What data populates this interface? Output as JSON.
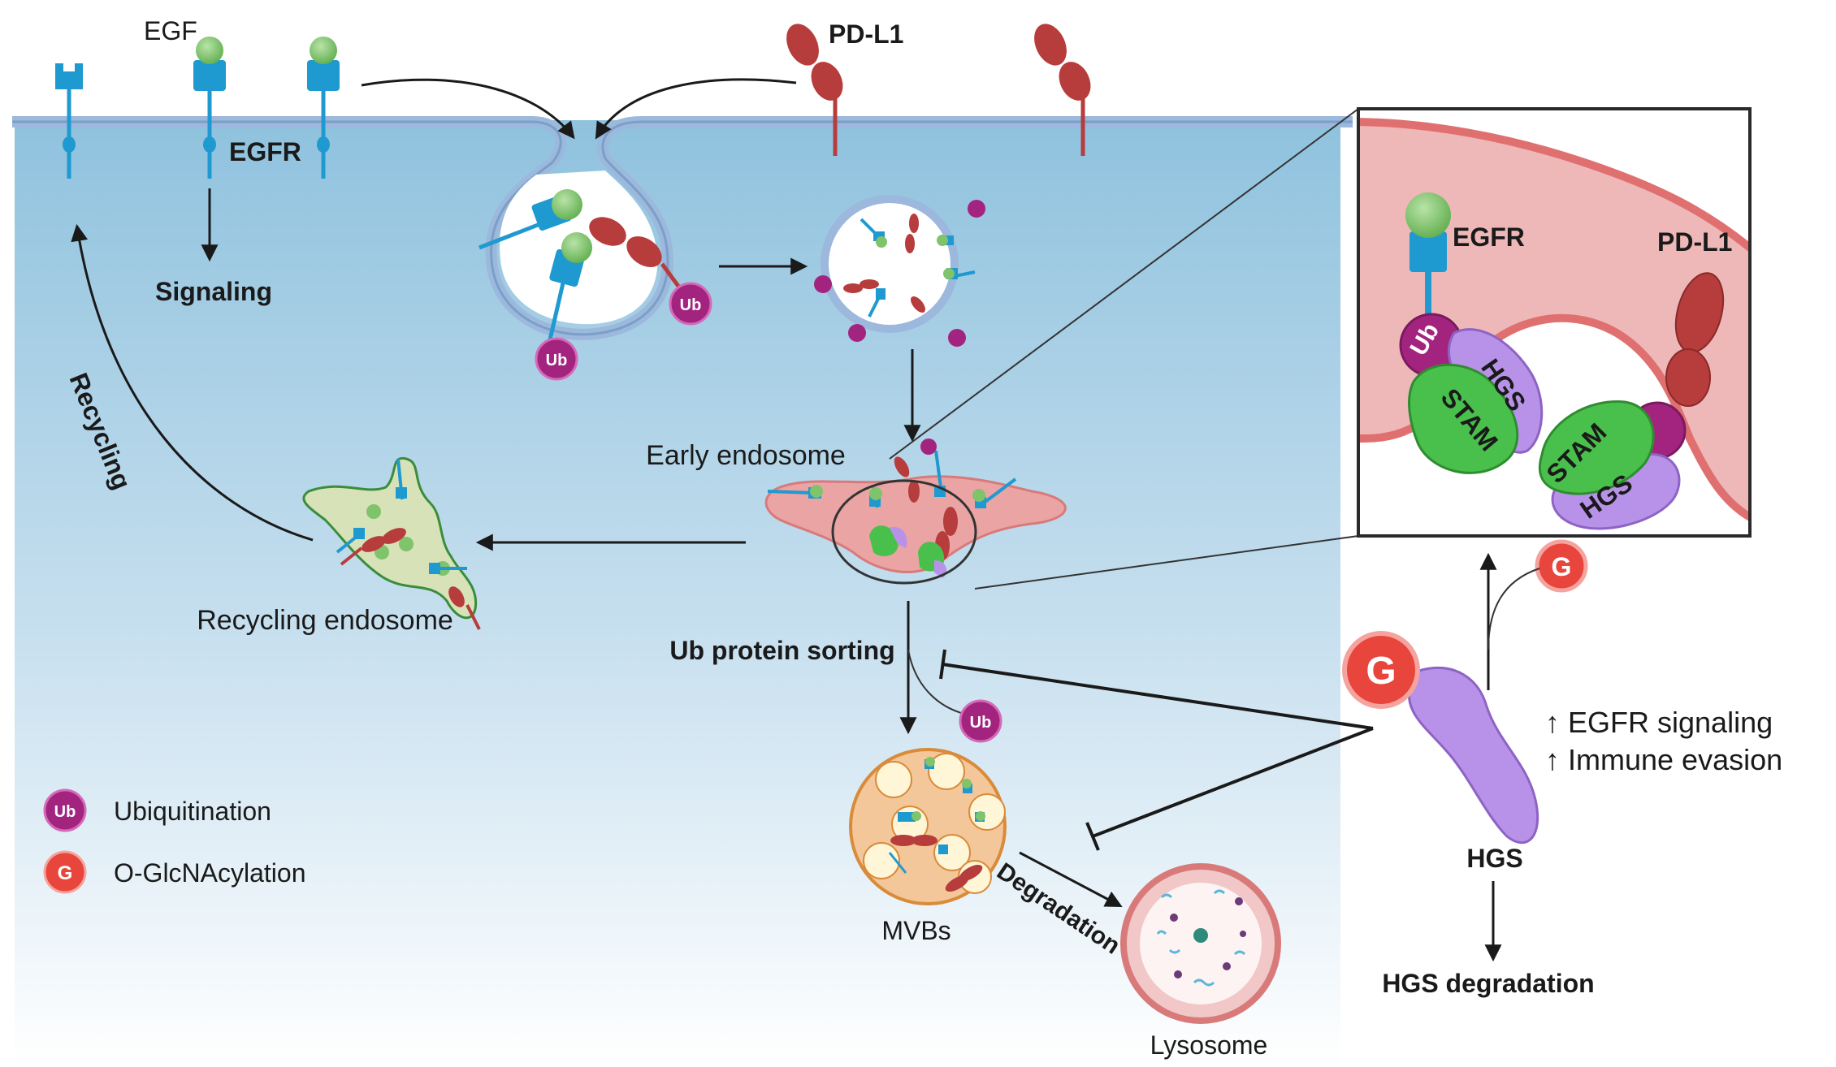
{
  "labels": {
    "egf": "EGF",
    "egfr": "EGFR",
    "pdl1": "PD-L1",
    "signaling": "Signaling",
    "recycling": "Recycling",
    "early_endosome": "Early endosome",
    "recycling_endosome": "Recycling endosome",
    "ub_protein_sorting": "Ub protein sorting",
    "mvbs": "MVBs",
    "degradation": "Degradation",
    "lysosome": "Lysosome",
    "hgs": "HGS",
    "hgs_degradation": "HGS degradation",
    "effect_egfr": "↑ EGFR signaling",
    "effect_immune": "↑ Immune  evasion"
  },
  "badges": {
    "ub": "Ub",
    "g": "G"
  },
  "inset": {
    "egfr": "EGFR",
    "pdl1": "PD-L1",
    "ub": "Ub",
    "stam": "STAM",
    "hgs": "HGS"
  },
  "legend": [
    {
      "badge": "Ub",
      "label": "Ubiquitination",
      "color": "#a3247f"
    },
    {
      "badge": "G",
      "label": "O-GlcNAcylation",
      "color": "#e8453c"
    }
  ],
  "colors": {
    "cytoplasm_top": "#8fc2de",
    "membrane": "#9cb8dc",
    "egfr": "#1f9ad0",
    "egf": "#7fc36b",
    "pdl1": "#b73c3c",
    "ub": "#a3247f",
    "g": "#e8453c",
    "stam": "#49c04b",
    "hgs": "#b892e8",
    "early_endosome": "#eaa4a4",
    "recycling_endosome": "#d8e2b8",
    "mvb": "#f3c79a",
    "lysosome": "#f1c7c7"
  }
}
